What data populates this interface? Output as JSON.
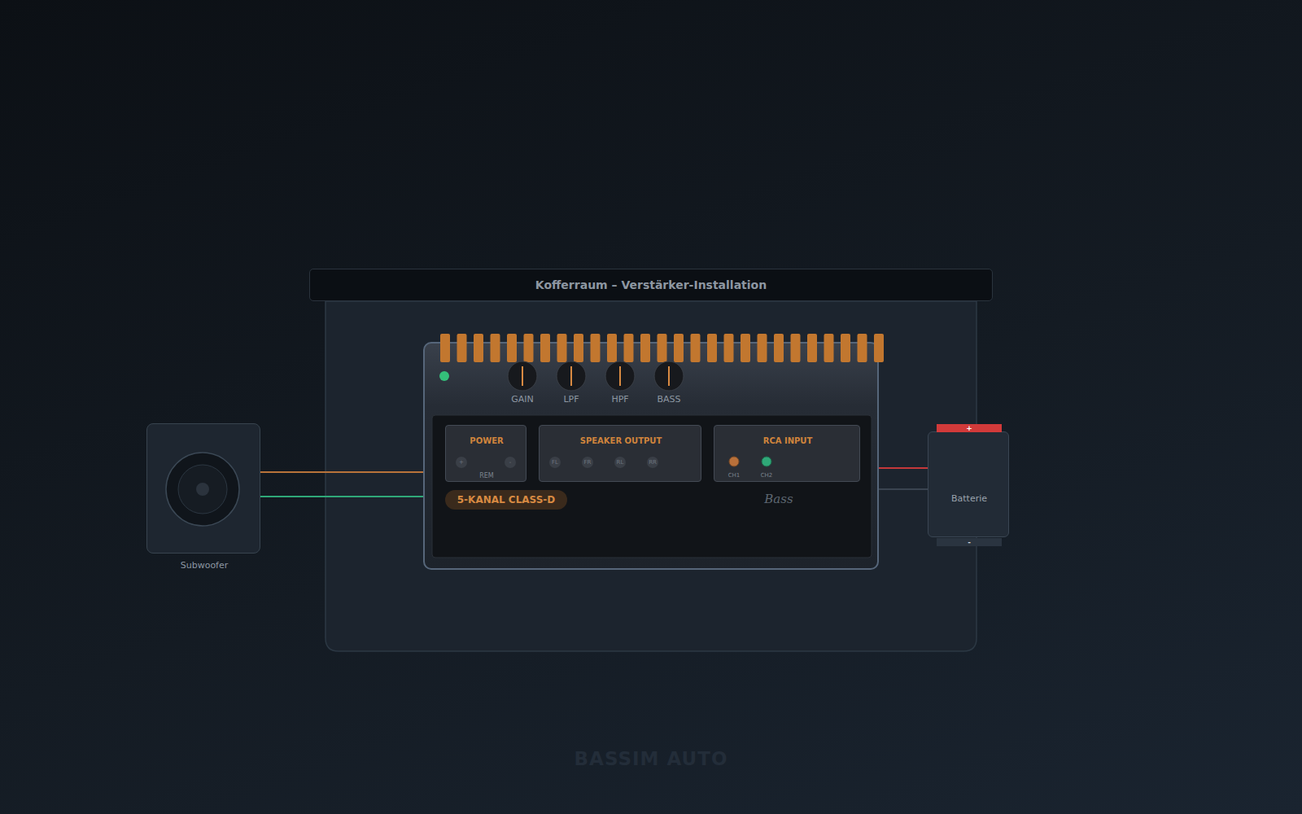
{
  "diagram": {
    "title": "Kofferraum – Verstärker-Installation",
    "nodes": [
      {
        "text": [
          "Subwoofer"
        ]
      },
      {
        "text": [
          "Bass"
        ]
      },
      {
        "text": [
          "POWER"
        ],
        "in": 1
      },
      {
        "text": [
          "SPEAKER OUTPUT"
        ],
        "in": 1
      },
      {
        "text": [
          "RCA INPUT"
        ],
        "in": 1
      },
      {
        "text": [
          "5-KANAL CLASS-D"
        ],
        "in": 1
      },
      {
        "text": [
          "Batterie"
        ]
      }
    ],
    "edges": [
      {
        "from": 0,
        "to": 1,
        "arrow": "none"
      },
      {
        "from": 0,
        "to": 1,
        "arrow": "none"
      },
      {
        "from": 6,
        "to": 1,
        "arrow": "none"
      },
      {
        "from": 6,
        "to": 1,
        "arrow": "none"
      }
    ],
    "labels": [
      "GAIN",
      "LPF",
      "HPF",
      "BASS",
      "+",
      "-",
      "REM",
      "FL",
      "FR",
      "RL",
      "RR",
      "CH1",
      "CH2",
      "+",
      "-",
      "BASSIM AUTO"
    ]
  }
}
